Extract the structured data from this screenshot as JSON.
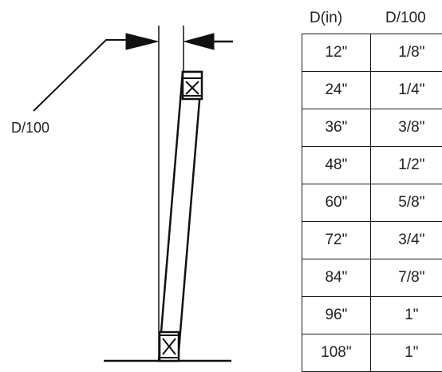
{
  "callout_label": "D/100",
  "table": {
    "headers": [
      "D(in)",
      "D/100"
    ],
    "rows": [
      [
        "12\"",
        "1/8\""
      ],
      [
        "24\"",
        "1/4\""
      ],
      [
        "36\"",
        "3/8\""
      ],
      [
        "48\"",
        "1/2\""
      ],
      [
        "60\"",
        "5/8\""
      ],
      [
        "72\"",
        "3/4\""
      ],
      [
        "84\"",
        "7/8\""
      ],
      [
        "96\"",
        "1\""
      ],
      [
        "108\"",
        "1\""
      ]
    ]
  }
}
